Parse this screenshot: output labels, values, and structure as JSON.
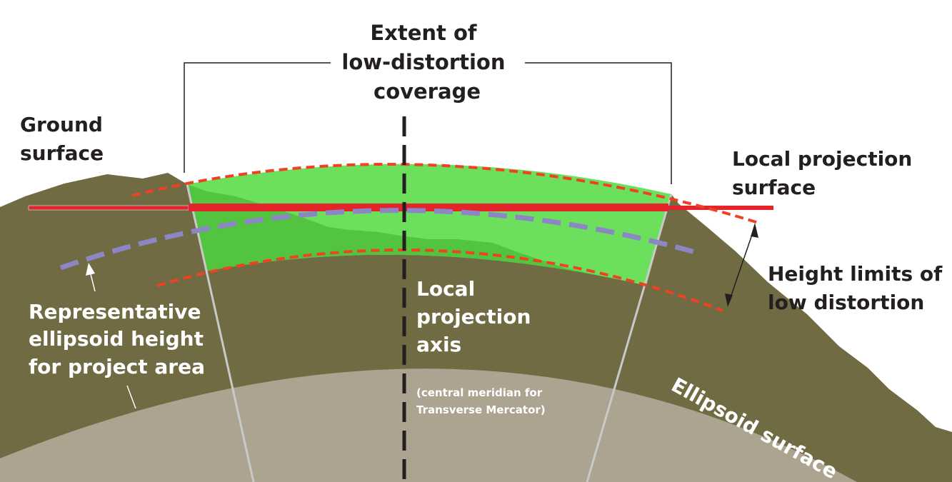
{
  "labels": {
    "extent": [
      "Extent of",
      "low-distortion",
      "coverage"
    ],
    "ground": [
      "Ground",
      "surface"
    ],
    "local_surface": [
      "Local projection",
      "surface"
    ],
    "height_limits": [
      "Height limits of",
      "low distortion"
    ],
    "representative": [
      "Representative",
      "ellipsoid height",
      "for project area"
    ],
    "axis": [
      "Local",
      "projection",
      "axis"
    ],
    "axis_note": [
      "(central meridian for",
      "Transverse Mercator)"
    ],
    "ellipsoid": "Ellipsoid surface"
  },
  "colors": {
    "ground": "#706b43",
    "ellipsoid": "#ada391",
    "zone_light": "#6ce05c",
    "zone_dark": "#52c43f",
    "projection_line": "#e3242b",
    "height_limit": "#ef4123",
    "representative_height": "#8c86c4",
    "axis": "#231f20",
    "boundary": "#c9c9c9"
  }
}
